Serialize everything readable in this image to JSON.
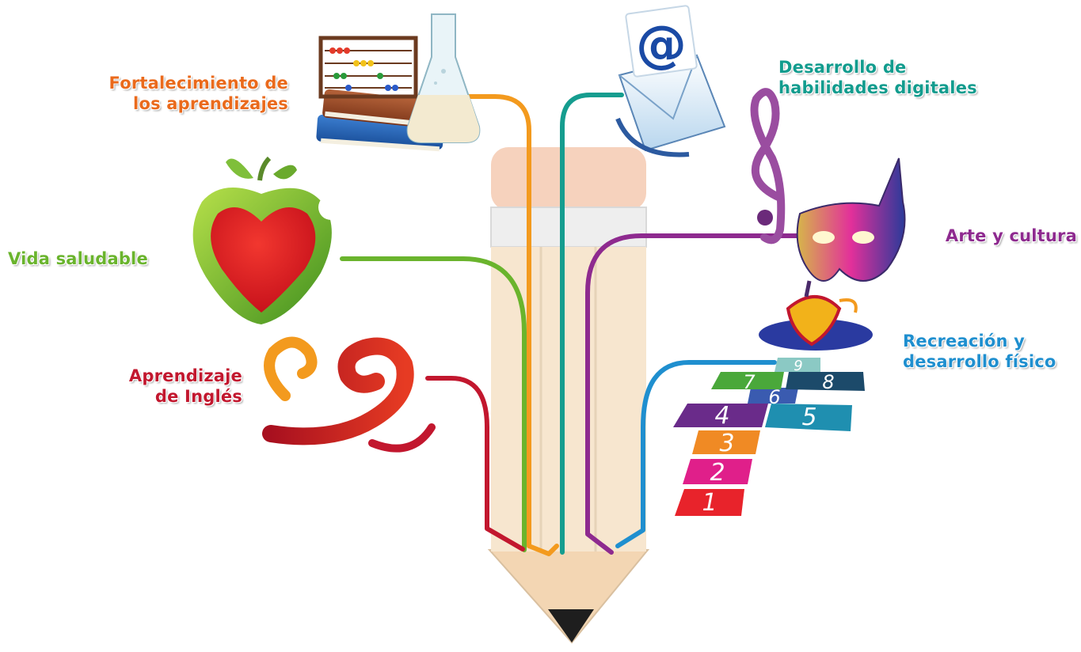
{
  "labels": {
    "fortalecimiento": {
      "line1": "Fortalecimiento de",
      "line2": "los aprendizajes",
      "color": "#ea6a1c"
    },
    "digitales": {
      "line1": "Desarrollo de",
      "line2": "habilidades digitales",
      "color": "#129c8e"
    },
    "vida": {
      "text": "Vida saludable",
      "color": "#6ab42d"
    },
    "arte": {
      "text": "Arte y cultura",
      "color": "#8e2a8f"
    },
    "ingles": {
      "line1": "Aprendizaje",
      "line2": "de Inglés",
      "color": "#c2172e"
    },
    "recreacion": {
      "line1": "Recreación y",
      "line2": "desarrollo físico",
      "color": "#1f8fcf"
    }
  },
  "hopscotch": [
    "1",
    "2",
    "3",
    "4",
    "5",
    "6",
    "7",
    "8",
    "9"
  ],
  "icons": {
    "email_symbol": "@"
  },
  "colors": {
    "orange": "#f39a1e",
    "teal": "#159d8f",
    "green": "#6ab42d",
    "purple": "#8e2a8f",
    "red": "#c2172e",
    "blue": "#1f8fcf",
    "pencil_body": "#f7e6cf",
    "pencil_top": "#f6d2bd"
  }
}
